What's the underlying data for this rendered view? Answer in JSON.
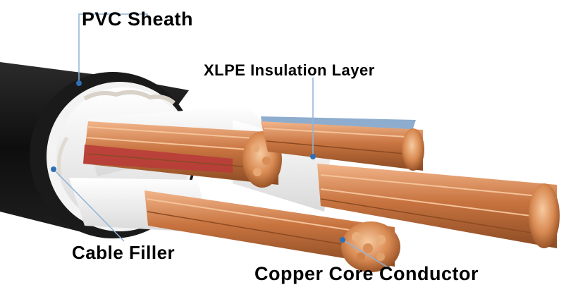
{
  "labels": {
    "pvc_sheath": "PVC Sheath",
    "xlpe_insulation": "XLPE Insulation Layer",
    "cable_filler": "Cable Filler",
    "copper_core": "Copper Core Conductor"
  },
  "colors": {
    "leader_line": "#8fb3d8",
    "leader_dot": "#2f6fb3",
    "sheath": "#141414",
    "insulation": "#eeeeee",
    "copper": "#c8743e",
    "copper_light": "#f0b080",
    "red_wire": "#c13a3a"
  }
}
